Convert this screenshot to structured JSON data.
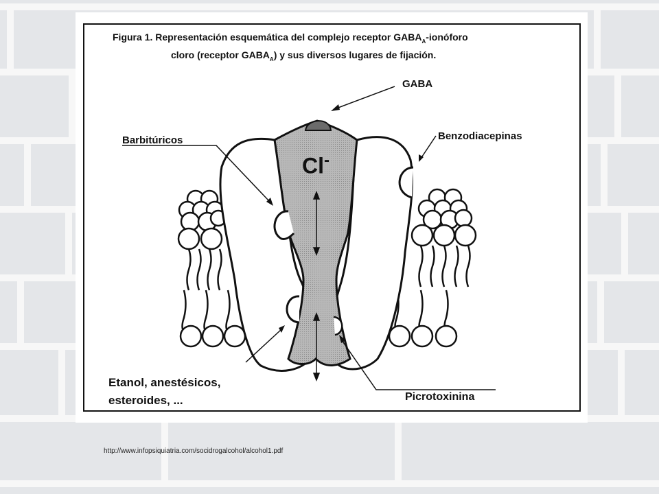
{
  "figure": {
    "caption_line1_prefix": "Figura 1. Representación esquemática del complejo receptor GABA",
    "caption_line1_sub": "A",
    "caption_line1_suffix": "-ionóforo",
    "caption_line2_prefix": "cloro (receptor GABA",
    "caption_line2_sub": "A",
    "caption_line2_suffix": ") y sus diversos lugares de fijación."
  },
  "labels": {
    "gaba": "GABA",
    "barbituricos": "Barbitúricos",
    "benzodiacepinas": "Benzodiacepinas",
    "etanol_line1": "Etanol, anestésicos,",
    "etanol_line2": "esteroides, ...",
    "picrotoxinina": "Picrotoxinina",
    "ion_symbol": "Cl",
    "ion_charge": "-"
  },
  "source_url": "http://www.infopsiquiatria.com/socidrogalcohol/alcohol1.pdf",
  "colors": {
    "channel_fill": "#b3b3b3",
    "gaba_site": "#6b6b6b",
    "outline": "#111111"
  }
}
